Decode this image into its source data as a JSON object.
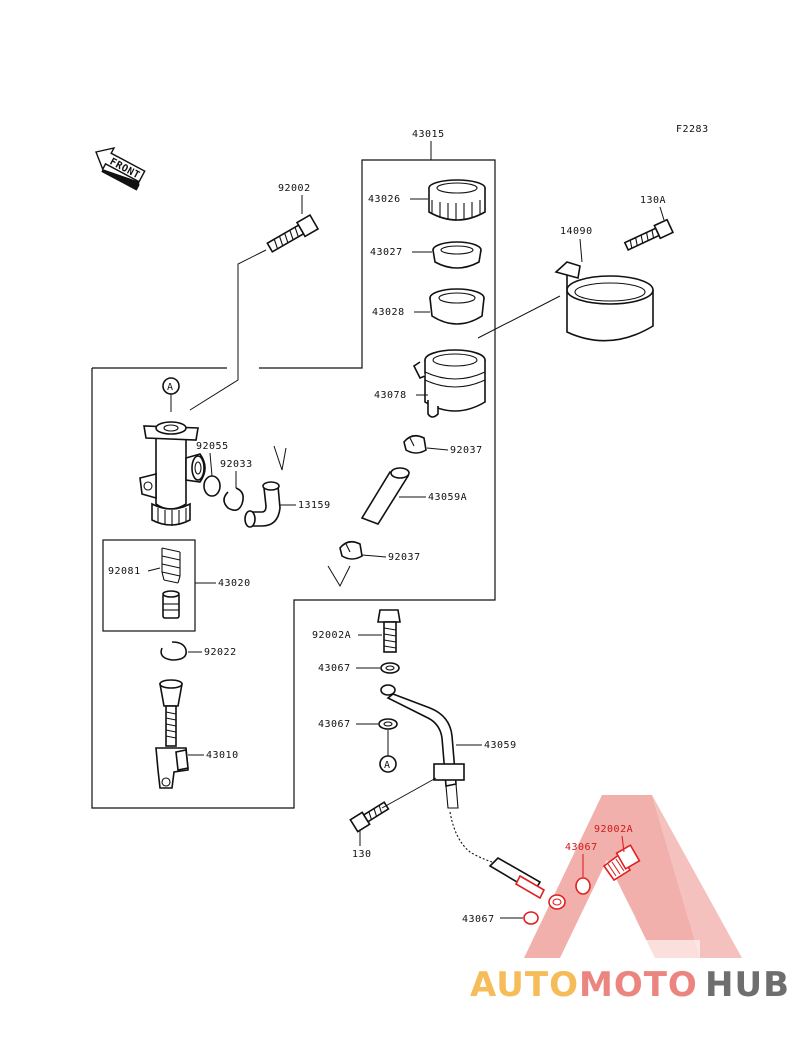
{
  "figure_code": "F2283",
  "front_label": "FRONT",
  "ref_marker": "A",
  "watermark": {
    "part1": "AUTO",
    "part2": "MOTO",
    "part3": "HUB",
    "color1": "#f5a623",
    "color2": "#e8706a",
    "color3": "#555555"
  },
  "parts": {
    "p43015": "43015",
    "p43026": "43026",
    "p43027": "43027",
    "p43028": "43028",
    "p43078": "43078",
    "p92037a": "92037",
    "p43059A": "43059A",
    "p92037b": "92037",
    "p14090": "14090",
    "p130A": "130A",
    "p92002": "92002",
    "p92055": "92055",
    "p92033": "92033",
    "p13159": "13159",
    "p92081": "92081",
    "p43020": "43020",
    "p92022": "92022",
    "p43010": "43010",
    "p92002A_top": "92002A",
    "p43067_a": "43067",
    "p43067_b": "43067",
    "p43059": "43059",
    "p130": "130",
    "p43067_c": "43067",
    "p92002A_bot": "92002A",
    "p43067_d": "43067"
  }
}
